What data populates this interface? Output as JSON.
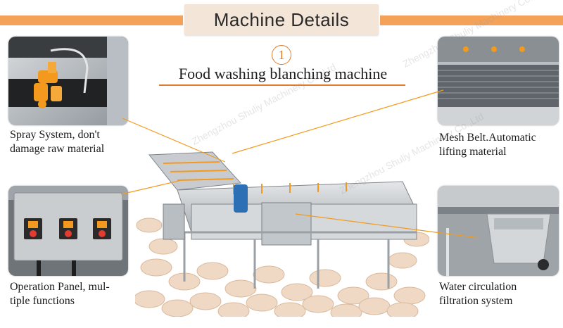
{
  "header": {
    "title": "Machine Details"
  },
  "machine": {
    "number": "1",
    "name": "Food washing blanching machine"
  },
  "callouts": {
    "spray": {
      "line1": "Spray System, don't",
      "line2": "damage raw material"
    },
    "mesh": {
      "line1": "Mesh Belt.Automatic",
      "line2": "lifting material"
    },
    "panel": {
      "line1": "Operation Panel, mul-",
      "line2": "tiple functions"
    },
    "water": {
      "line1": "Water circulation",
      "line2": "filtration system"
    }
  },
  "watermark": {
    "text": "Zhengzhou Shuliy Machinery Co.,Ltd"
  },
  "colors": {
    "accent": "#f4a259",
    "line": "#e07b2c",
    "banner_bg": "#f3e6d8",
    "nozzle": "#f39a1e"
  }
}
